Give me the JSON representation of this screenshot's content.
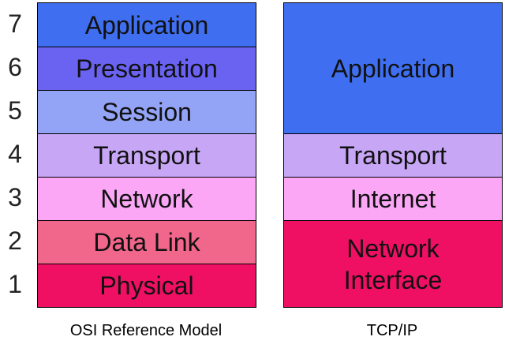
{
  "layer_numbers": [
    "7",
    "6",
    "5",
    "4",
    "3",
    "2",
    "1"
  ],
  "osi": {
    "caption": "OSI Reference Model",
    "layers": [
      {
        "label": "Application",
        "color": "#3f6ff0"
      },
      {
        "label": "Presentation",
        "color": "#6a63f2"
      },
      {
        "label": "Session",
        "color": "#93a3f5"
      },
      {
        "label": "Transport",
        "color": "#c8a6f6"
      },
      {
        "label": "Network",
        "color": "#fba7f6"
      },
      {
        "label": "Data Link",
        "color": "#f1668b"
      },
      {
        "label": "Physical",
        "color": "#ef0f63"
      }
    ]
  },
  "tcpip": {
    "caption": "TCP/IP",
    "layers": [
      {
        "label": "Application",
        "color": "#3f6ff0"
      },
      {
        "label": "Transport",
        "color": "#c8a6f6"
      },
      {
        "label": "Internet",
        "color": "#fba7f6"
      },
      {
        "label": "Network Interface",
        "color": "#ef0f63"
      }
    ]
  }
}
